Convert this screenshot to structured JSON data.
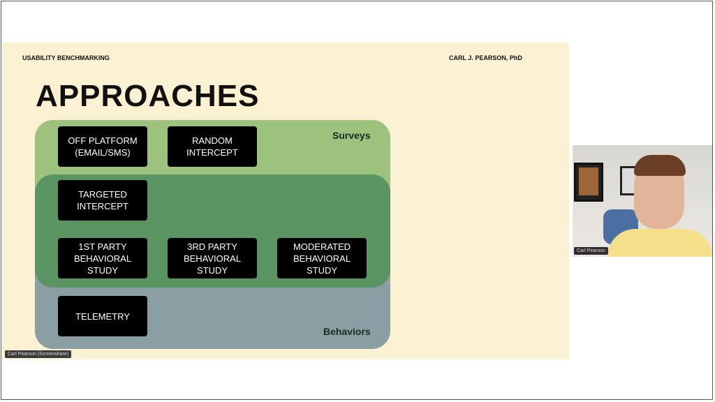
{
  "slide": {
    "header_left": "USABILITY BENCHMARKING",
    "header_right": "CARL J. PEARSON, PhD",
    "title": "APPROACHES",
    "regions": {
      "surveys": "Surveys",
      "behaviors": "Behaviors"
    },
    "boxes": [
      "OFF PLATFORM\n(EMAIL/SMS)",
      "RANDOM\nINTERCEPT",
      "TARGETED\nINTERCEPT",
      "1ST PARTY\nBEHAVIORAL\nSTUDY",
      "3RD PARTY\nBEHAVIORAL\nSTUDY",
      "MODERATED\nBEHAVIORAL\nSTUDY",
      "TELEMETRY"
    ]
  },
  "screenshare_label": "Carl Pearson (Screenshare)",
  "video": {
    "name": "Carl Pearson"
  }
}
